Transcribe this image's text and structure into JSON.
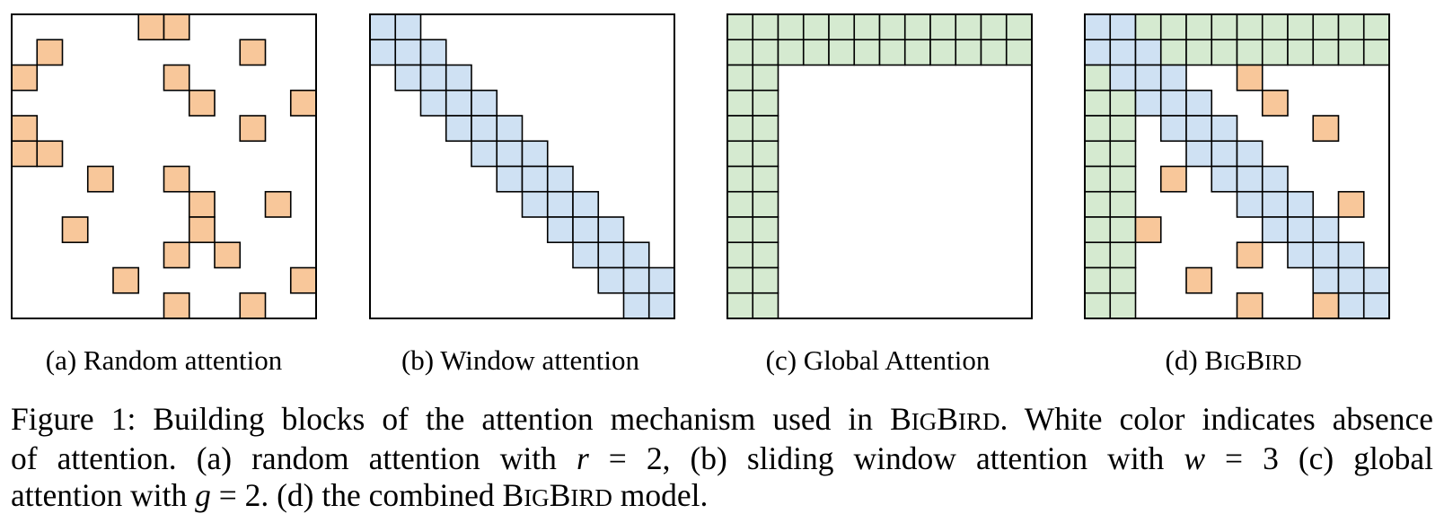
{
  "colors": {
    "random": "#f8c79a",
    "window": "#cfe1f3",
    "global": "#d5ead0",
    "grid_line": "#000000",
    "background": "#ffffff"
  },
  "grid_size": 12,
  "panels": [
    {
      "caption_prefix": "(a) Random attention",
      "caption_sc": [],
      "cells": {
        "random": [
          [
            0,
            5
          ],
          [
            0,
            6
          ],
          [
            1,
            1
          ],
          [
            1,
            9
          ],
          [
            2,
            0
          ],
          [
            2,
            6
          ],
          [
            3,
            7
          ],
          [
            3,
            11
          ],
          [
            4,
            0
          ],
          [
            4,
            9
          ],
          [
            5,
            0
          ],
          [
            5,
            1
          ],
          [
            6,
            3
          ],
          [
            6,
            6
          ],
          [
            7,
            7
          ],
          [
            7,
            10
          ],
          [
            8,
            2
          ],
          [
            8,
            7
          ],
          [
            9,
            6
          ],
          [
            9,
            8
          ],
          [
            10,
            4
          ],
          [
            10,
            11
          ],
          [
            11,
            6
          ],
          [
            11,
            9
          ]
        ],
        "window": [],
        "global": []
      }
    },
    {
      "caption_prefix": "(b) Window attention",
      "caption_sc": [],
      "cells": {
        "random": [],
        "window": [
          [
            0,
            0
          ],
          [
            0,
            1
          ],
          [
            1,
            0
          ],
          [
            1,
            1
          ],
          [
            1,
            2
          ],
          [
            2,
            1
          ],
          [
            2,
            2
          ],
          [
            2,
            3
          ],
          [
            3,
            2
          ],
          [
            3,
            3
          ],
          [
            3,
            4
          ],
          [
            4,
            3
          ],
          [
            4,
            4
          ],
          [
            4,
            5
          ],
          [
            5,
            4
          ],
          [
            5,
            5
          ],
          [
            5,
            6
          ],
          [
            6,
            5
          ],
          [
            6,
            6
          ],
          [
            6,
            7
          ],
          [
            7,
            6
          ],
          [
            7,
            7
          ],
          [
            7,
            8
          ],
          [
            8,
            7
          ],
          [
            8,
            8
          ],
          [
            8,
            9
          ],
          [
            9,
            8
          ],
          [
            9,
            9
          ],
          [
            9,
            10
          ],
          [
            10,
            9
          ],
          [
            10,
            10
          ],
          [
            10,
            11
          ],
          [
            11,
            10
          ],
          [
            11,
            11
          ]
        ],
        "global": []
      }
    },
    {
      "caption_prefix": "(c) Global Attention",
      "caption_sc": [],
      "cells": {
        "random": [],
        "window": [],
        "global": "rows:0-1,cols:0-1"
      }
    },
    {
      "caption_prefix": "(d) ",
      "caption_sc": [
        "B",
        "IG",
        "B",
        "IRD"
      ],
      "cells": {
        "random": [
          [
            2,
            6
          ],
          [
            3,
            7
          ],
          [
            4,
            9
          ],
          [
            6,
            3
          ],
          [
            7,
            10
          ],
          [
            8,
            2
          ],
          [
            9,
            6
          ],
          [
            10,
            4
          ],
          [
            11,
            6
          ],
          [
            11,
            9
          ]
        ],
        "window": [
          [
            0,
            0
          ],
          [
            0,
            1
          ],
          [
            1,
            0
          ],
          [
            1,
            1
          ],
          [
            1,
            2
          ],
          [
            2,
            1
          ],
          [
            2,
            2
          ],
          [
            2,
            3
          ],
          [
            3,
            2
          ],
          [
            3,
            3
          ],
          [
            3,
            4
          ],
          [
            4,
            3
          ],
          [
            4,
            4
          ],
          [
            4,
            5
          ],
          [
            5,
            4
          ],
          [
            5,
            5
          ],
          [
            5,
            6
          ],
          [
            6,
            5
          ],
          [
            6,
            6
          ],
          [
            6,
            7
          ],
          [
            7,
            6
          ],
          [
            7,
            7
          ],
          [
            7,
            8
          ],
          [
            8,
            7
          ],
          [
            8,
            8
          ],
          [
            8,
            9
          ],
          [
            9,
            8
          ],
          [
            9,
            9
          ],
          [
            9,
            10
          ],
          [
            10,
            9
          ],
          [
            10,
            10
          ],
          [
            10,
            11
          ],
          [
            11,
            10
          ],
          [
            11,
            11
          ]
        ],
        "global": "rows:0-1,cols:0-1"
      }
    }
  ],
  "figure_caption": {
    "line1_a": "Figure 1: Building blocks of the attention mechanism used in ",
    "line1_b": ". White color indicates absence",
    "line2_a": "of attention. (a) random attention with ",
    "line2_var1": "r",
    "line2_b": " = 2, (b) sliding window attention with ",
    "line2_var2": "w",
    "line2_c": " = 3 (c) global",
    "line3_a": "attention with ",
    "line3_var": "g",
    "line3_b": " = 2. (d) the combined ",
    "line3_c": " model."
  }
}
